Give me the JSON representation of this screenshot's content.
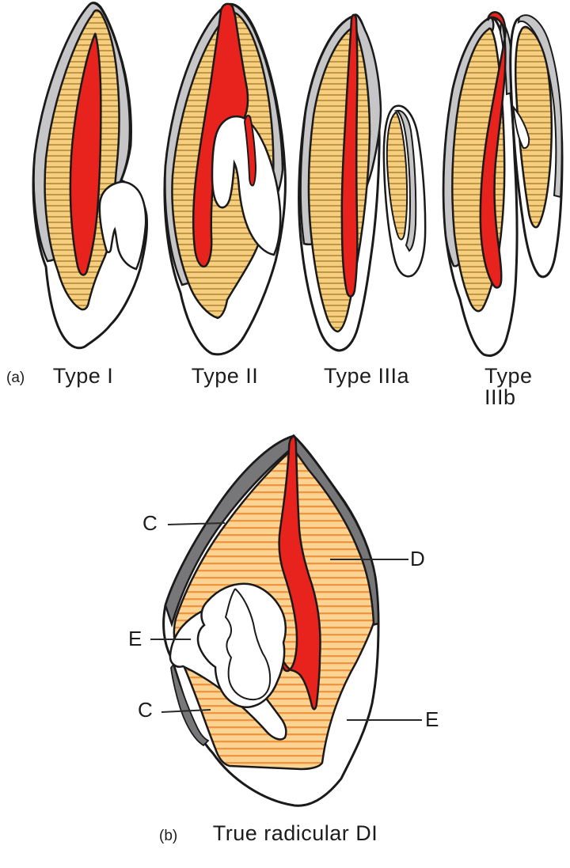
{
  "figure": {
    "background": "#ffffff",
    "panel_a": {
      "marker": "(a)",
      "tooth_types": [
        {
          "label": "Type I"
        },
        {
          "label": "Type II"
        },
        {
          "label": "Type IIIa"
        },
        {
          "label": "Type IIIb"
        }
      ]
    },
    "panel_b": {
      "marker": "(b)",
      "caption": "True radicular DI",
      "callouts": [
        {
          "label": "C",
          "position": "upper-left"
        },
        {
          "label": "D",
          "position": "right"
        },
        {
          "label": "E",
          "position": "middle-left"
        },
        {
          "label": "C",
          "position": "lower-left"
        },
        {
          "label": "E",
          "position": "lower-right"
        }
      ]
    },
    "colors": {
      "pulp_red": "#e8231e",
      "dentin_fill_top": "#f5cf7d",
      "dentin_hatch_top": "#b6883c",
      "dentin_fill_bottom": "#fbd494",
      "dentin_hatch_bottom": "#f0913c",
      "enamel_gray_top": "#c6c6c8",
      "gray_band_bottom": "#77777a",
      "outline": "#1a1a1a"
    }
  }
}
